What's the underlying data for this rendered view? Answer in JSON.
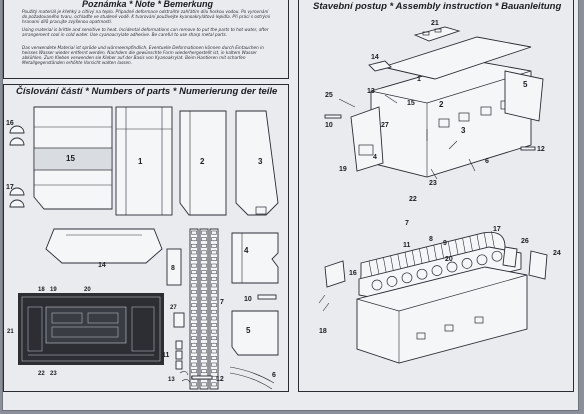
{
  "note": {
    "title": "Poznámka * Note * Bemerkung",
    "cz": "Použitý materiál je křehký a citlivý na teplo. Případné deformace odstraňte zahřátím dílu horkou vodou. Po vyrovnání do požadovaného tvaru, ochlaďte ve studené vodě. K tvarování používejte kyanoakrylátová lepidla. Při práci s ostrými hranami dílů pracujte zvýšenou opatrností.",
    "en": "Using material is brittle and sensitive to heat. Incidental deformations can remove to put the parts to hot water, after arrangement cool in cold water. Use cyanoacrylate adhesive. Be careful to use sharp metal parts.",
    "de": "Das verwendete Material ist spröde und wärmeempfindlich. Eventuelle Deformationen können durch Eintauchen in heisses Wasser wieder entfernt werden. Nachdem die gewünschte Form wiederhergestellt ist, in kaltem Wasser abkühlen. Zum Kleben verwenden sie Kleber auf der Basis von Kyanoakrylat. Beim Hantieren mit scharfen Metallgegenständen erhöhte Vorsicht walten lassen."
  },
  "parts_title": "Číslování částí * Numbers of parts * Numerierung der teile",
  "assembly_title": "Stavební postup * Assembly instruction * Bauanleitung",
  "labels": {
    "p1": "1",
    "p2": "2",
    "p3": "3",
    "p4": "4",
    "p5": "5",
    "p6": "6",
    "p7": "7",
    "p8": "8",
    "p10": "10",
    "p11": "11",
    "p12": "12",
    "p13": "13",
    "p14": "14",
    "p15": "15",
    "p16": "16",
    "p17": "17",
    "p18": "18",
    "p19": "19",
    "p20": "20",
    "p21": "21",
    "p22": "22",
    "p23": "23",
    "p24": "24",
    "p25": "25",
    "p26": "26",
    "p27": "27"
  },
  "colors": {
    "sheet": "#e9ebef",
    "ink": "#1c1d22",
    "etch_fret": "#2c2e34",
    "background": "#8a8f99"
  }
}
